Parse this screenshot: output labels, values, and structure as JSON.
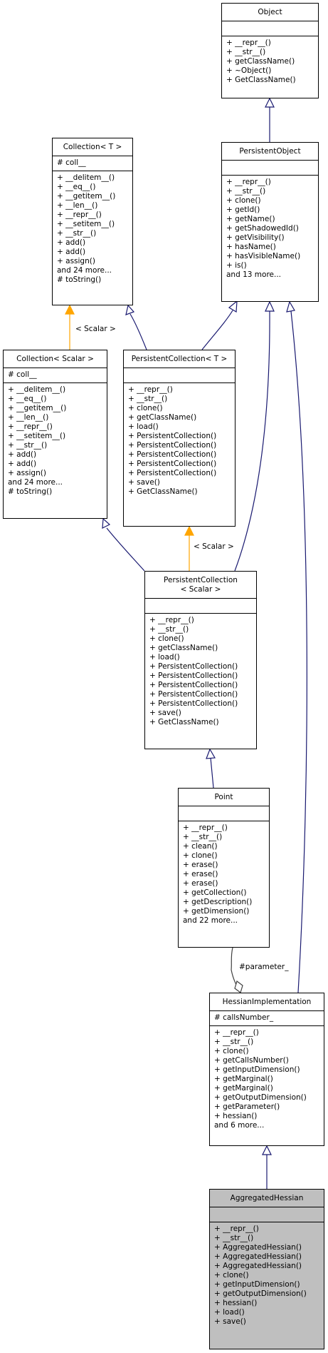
{
  "classes": {
    "object": {
      "name": "Object",
      "attributes": [],
      "operations": [
        "+ __repr__()",
        "+ __str__()",
        "+ getClassName()",
        "+ ~Object()",
        "+ GetClassName()"
      ]
    },
    "persistent_object": {
      "name": "PersistentObject",
      "attributes": [],
      "operations": [
        "+ __repr__()",
        "+ __str__()",
        "+ clone()",
        "+ getId()",
        "+ getName()",
        "+ getShadowedId()",
        "+ getVisibility()",
        "+ hasName()",
        "+ hasVisibleName()",
        "+ is()",
        "and 13 more..."
      ]
    },
    "collection_t": {
      "name": "Collection< T >",
      "attributes": [
        "# coll__"
      ],
      "operations": [
        "+ __delitem__()",
        "+ __eq__()",
        "+ __getitem__()",
        "+ __len__()",
        "+ __repr__()",
        "+ __setitem__()",
        "+ __str__()",
        "+ add()",
        "+ add()",
        "+ assign()",
        "and 24 more...",
        "# toString()"
      ]
    },
    "collection_scalar": {
      "name": "Collection< Scalar >",
      "attributes": [
        "# coll__"
      ],
      "operations": [
        "+ __delitem__()",
        "+ __eq__()",
        "+ __getitem__()",
        "+ __len__()",
        "+ __repr__()",
        "+ __setitem__()",
        "+ __str__()",
        "+ add()",
        "+ add()",
        "+ assign()",
        "and 24 more...",
        "# toString()"
      ]
    },
    "persistent_collection_t": {
      "name": "PersistentCollection< T >",
      "attributes": [],
      "operations": [
        "+ __repr__()",
        "+ __str__()",
        "+ clone()",
        "+ getClassName()",
        "+ load()",
        "+ PersistentCollection()",
        "+ PersistentCollection()",
        "+ PersistentCollection()",
        "+ PersistentCollection()",
        "+ PersistentCollection()",
        "+ save()",
        "+ GetClassName()"
      ]
    },
    "persistent_collection_scalar": {
      "name": "PersistentCollection\n< Scalar >",
      "attributes": [],
      "operations": [
        "+ __repr__()",
        "+ __str__()",
        "+ clone()",
        "+ getClassName()",
        "+ load()",
        "+ PersistentCollection()",
        "+ PersistentCollection()",
        "+ PersistentCollection()",
        "+ PersistentCollection()",
        "+ PersistentCollection()",
        "+ save()",
        "+ GetClassName()"
      ]
    },
    "point": {
      "name": "Point",
      "attributes": [],
      "operations": [
        "+ __repr__()",
        "+ __str__()",
        "+ clean()",
        "+ clone()",
        "+ erase()",
        "+ erase()",
        "+ erase()",
        "+ getCollection()",
        "+ getDescription()",
        "+ getDimension()",
        "and 22 more..."
      ]
    },
    "hessian_implementation": {
      "name": "HessianImplementation",
      "attributes": [
        "# callsNumber_"
      ],
      "operations": [
        "+ __repr__()",
        "+ __str__()",
        "+ clone()",
        "+ getCallsNumber()",
        "+ getInputDimension()",
        "+ getMarginal()",
        "+ getMarginal()",
        "+ getOutputDimension()",
        "+ getParameter()",
        "+ hessian()",
        "and 6 more..."
      ]
    },
    "aggregated_hessian": {
      "name": "AggregatedHessian",
      "attributes": [],
      "operations": [
        "+ __repr__()",
        "+ __str__()",
        "+ AggregatedHessian()",
        "+ AggregatedHessian()",
        "+ AggregatedHessian()",
        "+ clone()",
        "+ getInputDimension()",
        "+ getOutputDimension()",
        "+ hessian()",
        "+ load()",
        "+ save()"
      ]
    }
  },
  "edge_labels": {
    "collection_template": "< Scalar >",
    "persistent_collection_template": "< Scalar >",
    "parameter_member": "#parameter_"
  },
  "colors": {
    "inheritance": "#191970",
    "template": "#ffa500",
    "composition": "#404040",
    "highlight_fill": "#bfbfbf"
  }
}
